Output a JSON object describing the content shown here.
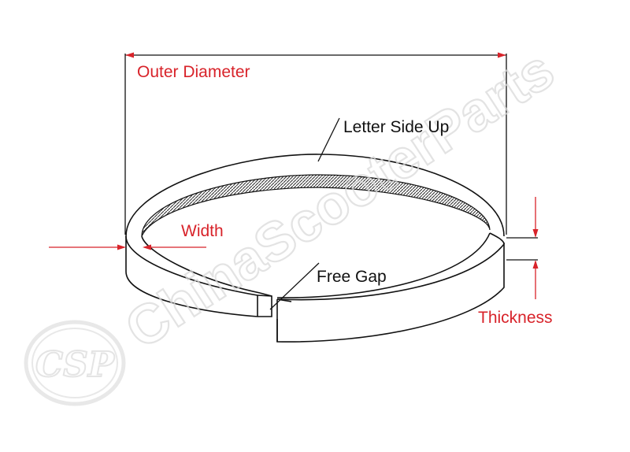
{
  "labels": {
    "outer_diameter": "Outer Diameter",
    "letter_side_up": "Letter Side Up",
    "width": "Width",
    "free_gap": "Free Gap",
    "thickness": "Thickness"
  },
  "watermark": {
    "brand": "ChinaScooterParts",
    "logo": "CSP"
  },
  "colors": {
    "dimension": "#d8232a",
    "outline": "#111111",
    "watermark": "#e2e2e2"
  }
}
